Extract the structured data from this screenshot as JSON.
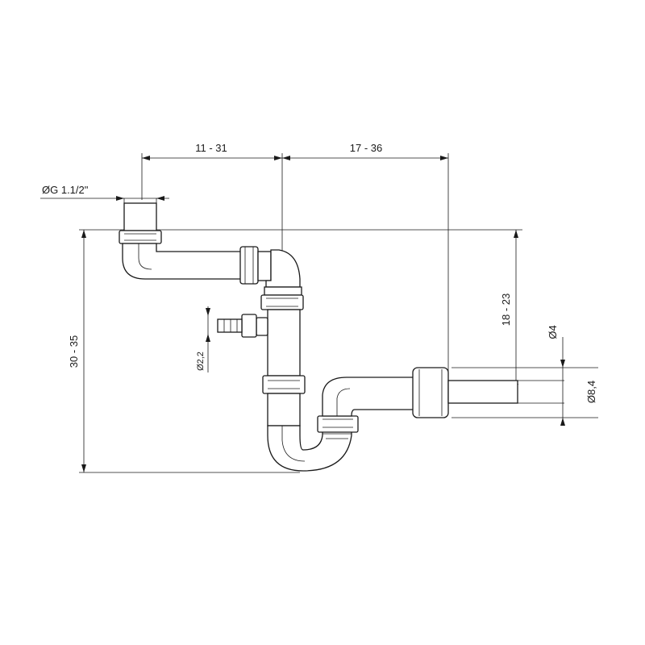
{
  "dimensions": {
    "top_left": "11 - 31",
    "top_right": "17 - 36",
    "inlet_diameter": "ØG 1.1/2\"",
    "total_height": "30 - 35",
    "right_height": "18 - 23",
    "hose_connector_diameter": "Ø2,2",
    "outlet_inner_diameter": "Ø4",
    "outlet_outer_diameter": "Ø8,4"
  },
  "colors": {
    "line": "#1a1a1a",
    "background": "#ffffff"
  }
}
